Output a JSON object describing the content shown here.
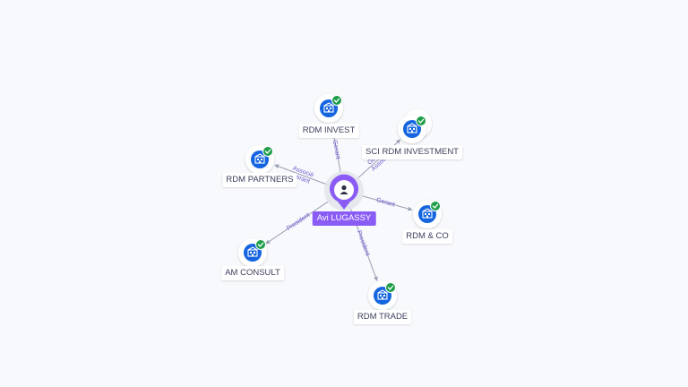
{
  "center": {
    "name": "Avi LUGASSY",
    "icon": "person-icon",
    "color": "#8a5cf5"
  },
  "companies": [
    {
      "id": "rdm-invest",
      "name": "RDM INVEST",
      "icon": "building-icon",
      "verified": true
    },
    {
      "id": "sci-rdm-investment",
      "name": "SCI RDM INVESTMENT",
      "icon": "building-icon",
      "verified": true,
      "stacked": true
    },
    {
      "id": "rdm-partners",
      "name": "RDM PARTNERS",
      "icon": "building-icon",
      "verified": true
    },
    {
      "id": "rdm-and-co",
      "name": "RDM & CO",
      "icon": "building-icon",
      "verified": true
    },
    {
      "id": "am-consult",
      "name": "AM CONSULT",
      "icon": "building-icon",
      "verified": true
    },
    {
      "id": "rdm-trade",
      "name": "RDM TRADE",
      "icon": "building-icon",
      "verified": true
    }
  ],
  "edges": [
    {
      "to": "rdm-invest",
      "labels": [
        "Gerant"
      ]
    },
    {
      "to": "sci-rdm-investment",
      "labels": [
        "Gerant",
        "Associé"
      ]
    },
    {
      "to": "rdm-partners",
      "labels": [
        "Gerant",
        "Associé"
      ]
    },
    {
      "to": "rdm-and-co",
      "labels": [
        "Gerant"
      ]
    },
    {
      "to": "am-consult",
      "labels": [
        "President"
      ]
    },
    {
      "to": "rdm-trade",
      "labels": [
        "President"
      ]
    }
  ],
  "colors": {
    "node_blue": "#1565e0",
    "check_green": "#1e9e4a",
    "edge": "#9aa0b4",
    "edge_label": "#6a5acd"
  }
}
